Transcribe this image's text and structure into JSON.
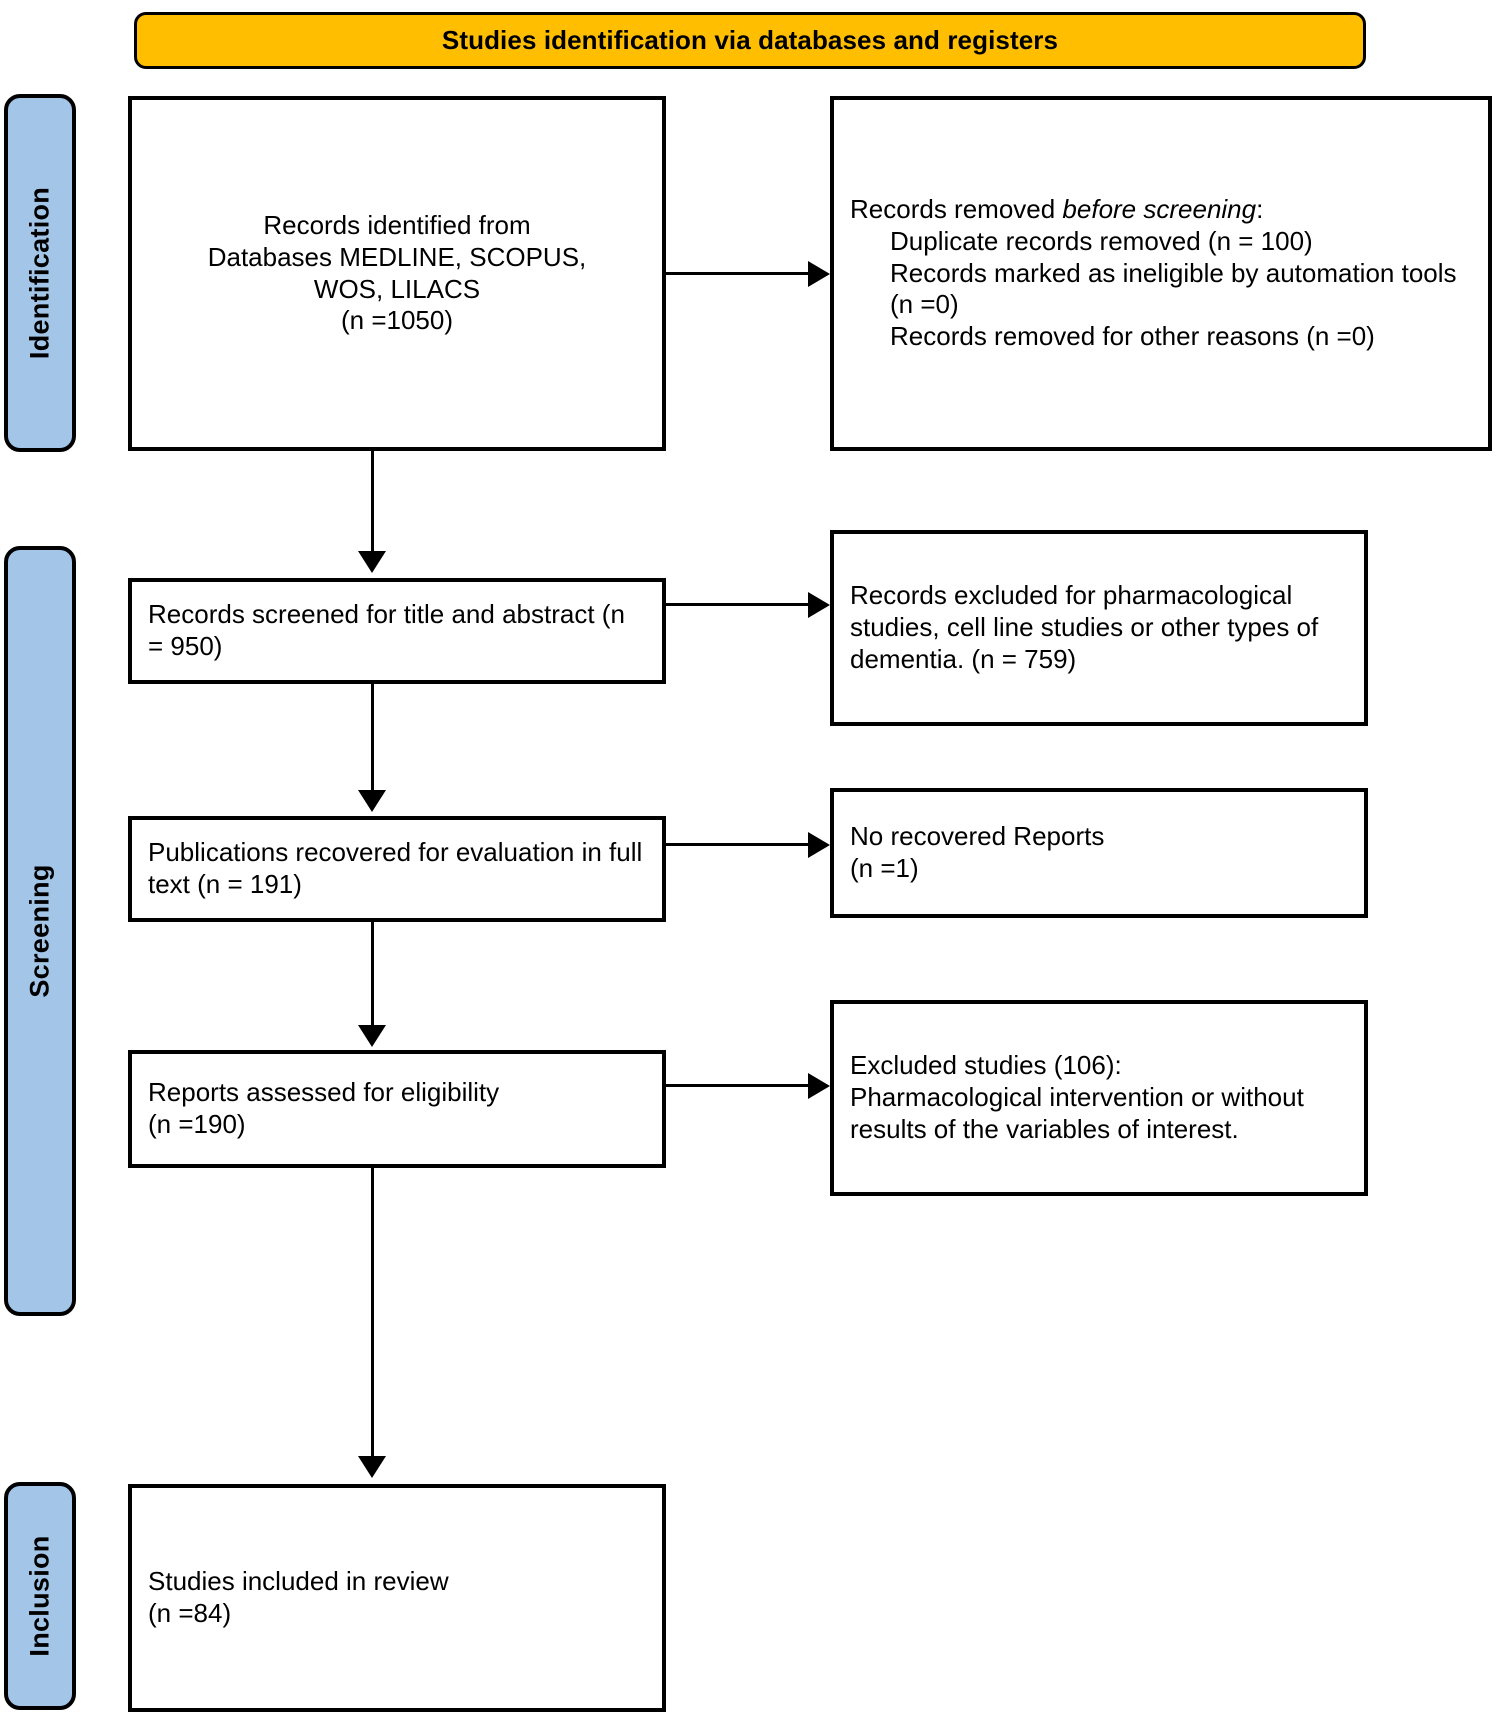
{
  "banner": {
    "title": "Studies identification via databases and registers"
  },
  "stages": [
    {
      "id": "identification",
      "label": "Identification"
    },
    {
      "id": "screening",
      "label": "Screening"
    },
    {
      "id": "inclusion",
      "label": "Inclusion"
    }
  ],
  "boxes": {
    "identified": {
      "line1": "Records identified from",
      "line2": "Databases MEDLINE, SCOPUS,",
      "line3": "WOS, LILACS",
      "line4": "(n =1050)"
    },
    "removed_before_screening": {
      "heading_pre": "Records removed ",
      "heading_italic": "before screening",
      "heading_post": ":",
      "item1": "Duplicate records removed (n = 100)",
      "item2": "Records marked as ineligible by automation tools (n =0)",
      "item3": "Records removed for other reasons (n =0)"
    },
    "screened": {
      "line1": "Records screened for title and abstract (n = 950)"
    },
    "records_excluded": {
      "line1": "Records excluded for pharmacological studies, cell line studies or other types of dementia. (n = 759)"
    },
    "recovered": {
      "line1": "Publications recovered for evaluation in full text (n = 191)"
    },
    "no_recovered": {
      "line1": "No recovered Reports",
      "line2": "(n =1)"
    },
    "assessed": {
      "line1": "Reports assessed for eligibility",
      "line2": "(n =190)"
    },
    "excluded_studies": {
      "line1": "Excluded studies (106):",
      "line2": "Pharmacological intervention or without results of the variables of interest."
    },
    "included": {
      "line1": "Studies included in review",
      "line2": "(n =84)"
    }
  },
  "colors": {
    "banner_fill": "#FFBF00",
    "stage_fill": "#A3C6E8",
    "stroke": "#000000",
    "box_fill": "#FFFFFF"
  }
}
